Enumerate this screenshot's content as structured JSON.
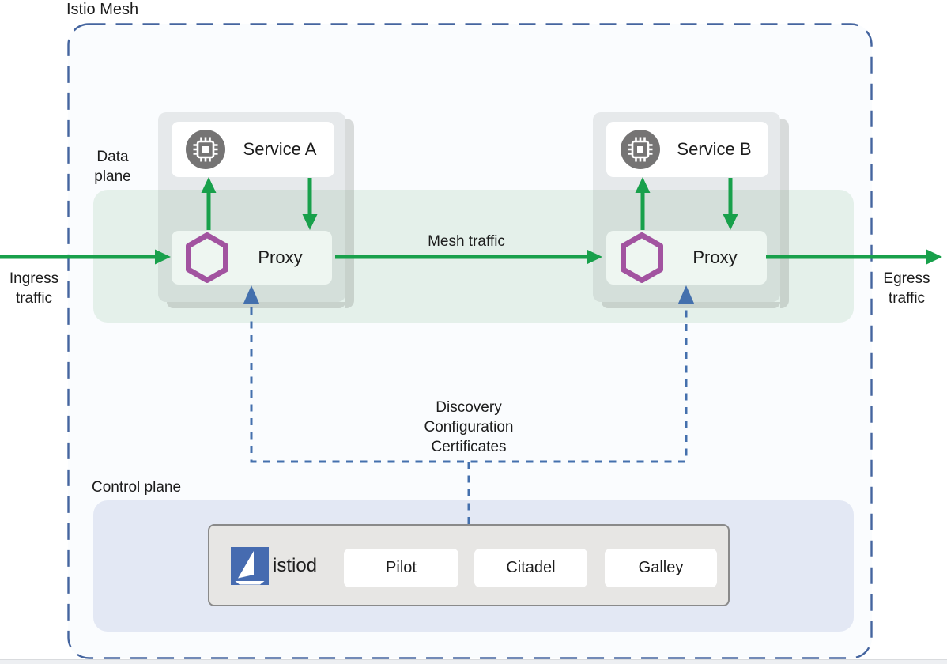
{
  "title": "Istio Mesh",
  "labels": {
    "data_plane": "Data plane",
    "control_plane": "Control plane",
    "ingress": "Ingress traffic",
    "egress": "Egress traffic",
    "mesh_traffic": "Mesh traffic",
    "config": "Discovery Configuration Certificates"
  },
  "services": [
    {
      "label": "Service A"
    },
    {
      "label": "Service B"
    }
  ],
  "proxies": [
    {
      "label": "Proxy"
    },
    {
      "label": "Proxy"
    }
  ],
  "istiod": {
    "label": "istiod",
    "components": [
      {
        "label": "Pilot"
      },
      {
        "label": "Citadel"
      },
      {
        "label": "Galley"
      }
    ]
  },
  "colors": {
    "traffic_green": "#18a04b",
    "config_blue": "#4470ad",
    "mesh_border_blue": "#45659f",
    "proxy_purple": "#a253a0",
    "istio_logo_blue": "#466bb0",
    "service_icon_gray": "#757474",
    "data_plane_band": "#e4f0ea",
    "control_plane_fill": "#e3e8f4"
  }
}
